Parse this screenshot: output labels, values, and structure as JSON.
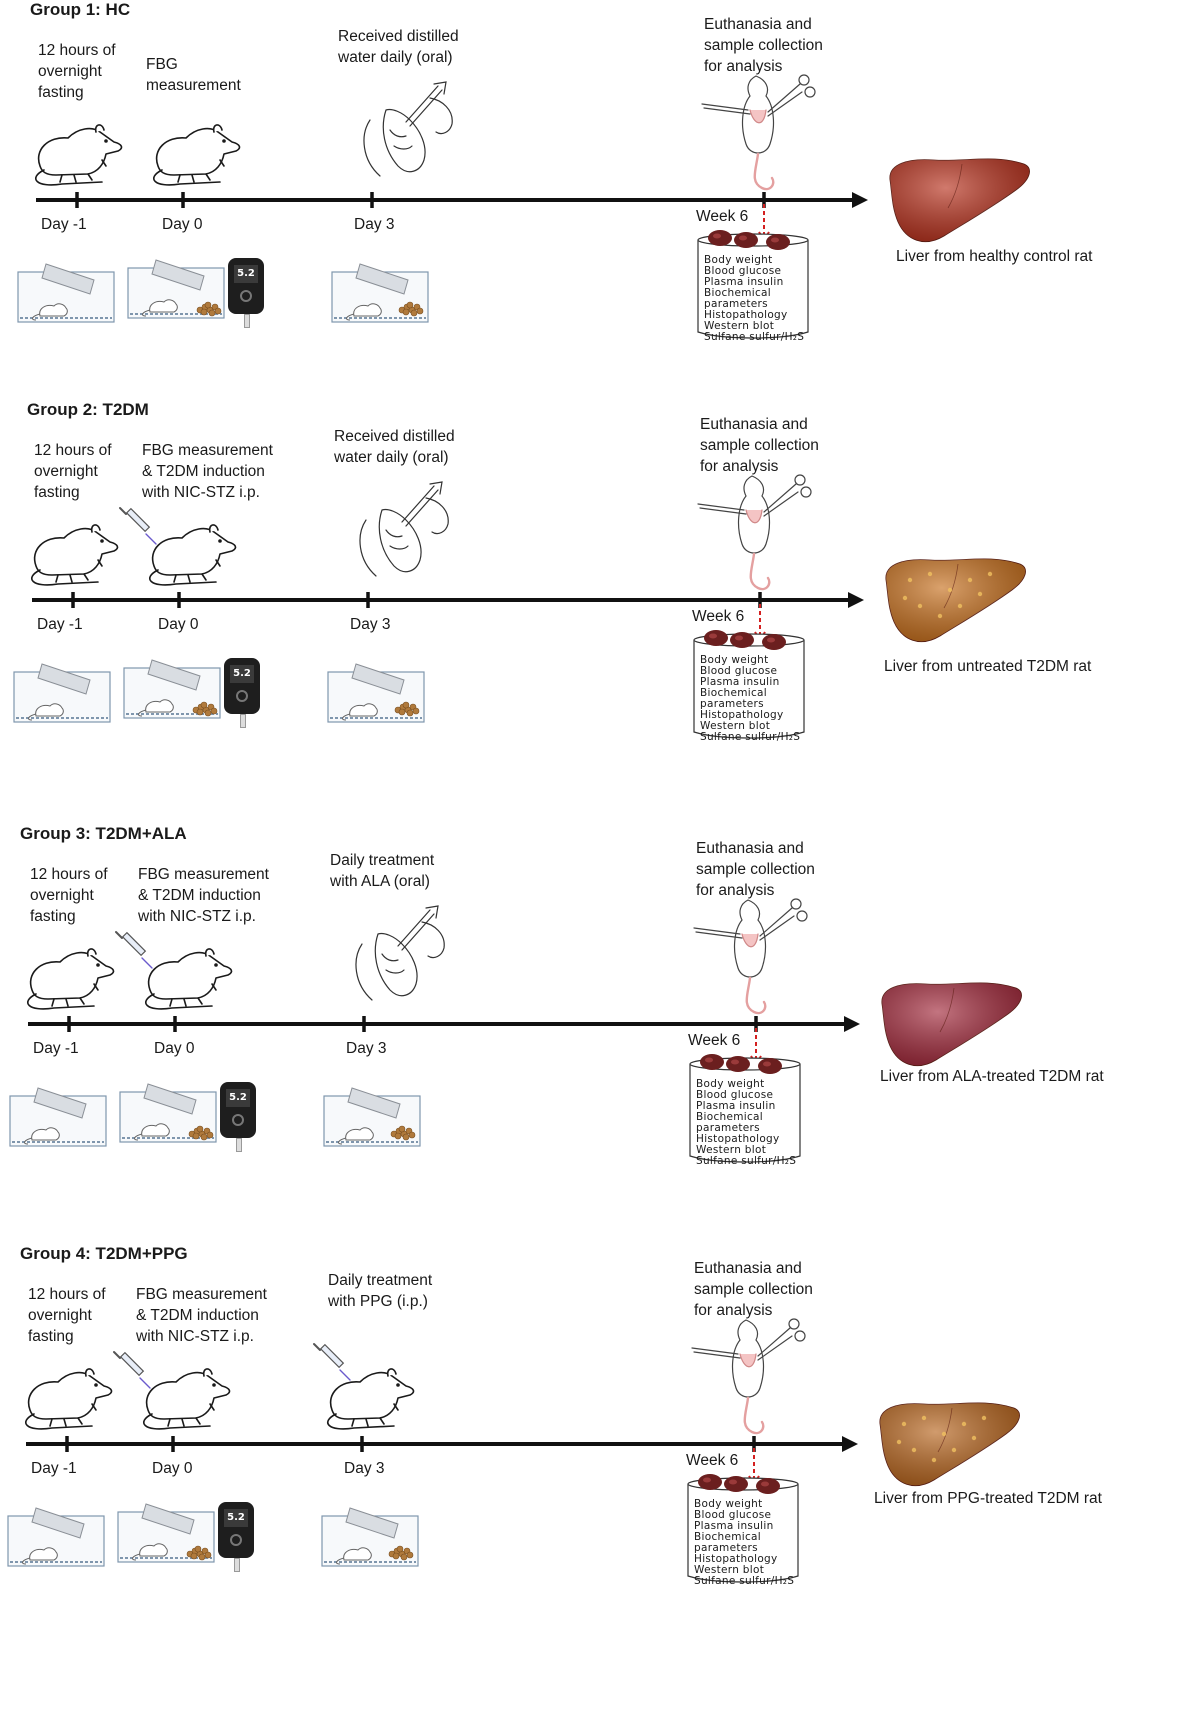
{
  "groups": [
    {
      "title": "Group 1: HC",
      "fasting": [
        "12 hours of",
        "overnight",
        "fasting"
      ],
      "fbg": [
        "FBG",
        "measurement"
      ],
      "treatment": [
        "Received distilled",
        "water daily (oral)"
      ],
      "euthanasia": [
        "Euthanasia and",
        "sample collection",
        "for analysis"
      ],
      "days": [
        "Day -1",
        "Day 0",
        "Day 3"
      ],
      "week": "Week 6",
      "analyses": [
        "Body weight",
        "Blood glucose",
        "Plasma insulin",
        "Biochemical",
        "parameters",
        "Histopathology",
        "Western blot",
        "Sulfane sulfur/H₂S"
      ],
      "liver_label": "Liver from healthy control rat",
      "liver_color": "#b8321e",
      "injection_day0": false,
      "injection_day3": false,
      "meter_reading": "5.2"
    },
    {
      "title": "Group 2: T2DM",
      "fasting": [
        "12 hours of",
        "overnight",
        "fasting"
      ],
      "fbg": [
        "FBG measurement",
        "& T2DM induction",
        "with NIC-STZ i.p."
      ],
      "treatment": [
        "Received distilled",
        "water daily (oral)"
      ],
      "euthanasia": [
        "Euthanasia and",
        "sample collection",
        "for analysis"
      ],
      "days": [
        "Day -1",
        "Day 0",
        "Day 3"
      ],
      "week": "Week 6",
      "analyses": [
        "Body weight",
        "Blood glucose",
        "Plasma insulin",
        "Biochemical",
        "parameters",
        "Histopathology",
        "Western blot",
        "Sulfane sulfur/H₂S"
      ],
      "liver_label": "Liver from untreated T2DM rat",
      "liver_color": "#c7701e",
      "injection_day0": true,
      "injection_day3": false,
      "meter_reading": "5.2"
    },
    {
      "title": "Group 3: T2DM+ALA",
      "fasting": [
        "12 hours of",
        "overnight",
        "fasting"
      ],
      "fbg": [
        "FBG measurement",
        "& T2DM induction",
        "with NIC-STZ i.p."
      ],
      "treatment": [
        "Daily treatment",
        "with ALA (oral)"
      ],
      "euthanasia": [
        "Euthanasia and",
        "sample collection",
        "for analysis"
      ],
      "days": [
        "Day -1",
        "Day 0",
        "Day 3"
      ],
      "week": "Week 6",
      "analyses": [
        "Body weight",
        "Blood glucose",
        "Plasma insulin",
        "Biochemical",
        "parameters",
        "Histopathology",
        "Western blot",
        "Sulfane sulfur/H₂S"
      ],
      "liver_label": "Liver from ALA-treated T2DM rat",
      "liver_color": "#a32a3c",
      "injection_day0": true,
      "injection_day3": false,
      "meter_reading": "5.2"
    },
    {
      "title": "Group 4: T2DM+PPG",
      "fasting": [
        "12 hours of",
        "overnight",
        "fasting"
      ],
      "fbg": [
        "FBG measurement",
        "& T2DM induction",
        "with NIC-STZ i.p."
      ],
      "treatment": [
        "Daily treatment",
        "with PPG (i.p.)"
      ],
      "euthanasia": [
        "Euthanasia and",
        "sample collection",
        "for analysis"
      ],
      "days": [
        "Day -1",
        "Day 0",
        "Day 3"
      ],
      "week": "Week 6",
      "analyses": [
        "Body weight",
        "Blood glucose",
        "Plasma insulin",
        "Biochemical",
        "parameters",
        "Histopathology",
        "Western blot",
        "Sulfane sulfur/H₂S"
      ],
      "liver_label": "Liver from PPG-treated T2DM rat",
      "liver_color": "#b8661f",
      "injection_day0": true,
      "injection_day3": true,
      "meter_reading": "5.2"
    }
  ],
  "colors": {
    "timeline": "#111111",
    "week_arrow": "#d42020",
    "kidney": "#6b1f1f",
    "cage_line": "#7f96ad"
  },
  "icons": [
    "rat-icon",
    "oral-gavage-icon",
    "dissection-rat-icon",
    "syringe-icon",
    "cage-icon",
    "glucose-meter-icon",
    "sample-container-icon",
    "liver-icon"
  ]
}
